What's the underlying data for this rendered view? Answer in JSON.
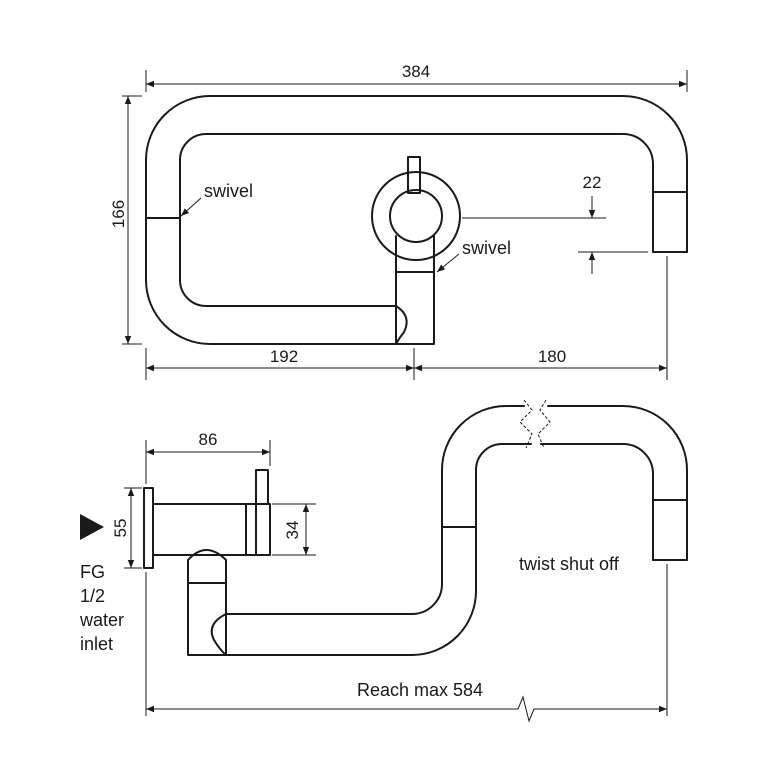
{
  "top_view": {
    "dim_overall_width": "384",
    "dim_height": "166",
    "dim_left_reach": "192",
    "dim_right_reach": "180",
    "dim_offset": "22",
    "label_swivel_left": "swivel",
    "label_swivel_center": "swivel"
  },
  "side_view": {
    "dim_wall_depth": "86",
    "dim_plate_height": "55",
    "dim_body_height": "34",
    "label_twist_shut_off": "twist shut off",
    "inlet_lines": [
      "FG",
      "1/2",
      "water",
      "inlet"
    ],
    "reach_label": "Reach max 584"
  }
}
